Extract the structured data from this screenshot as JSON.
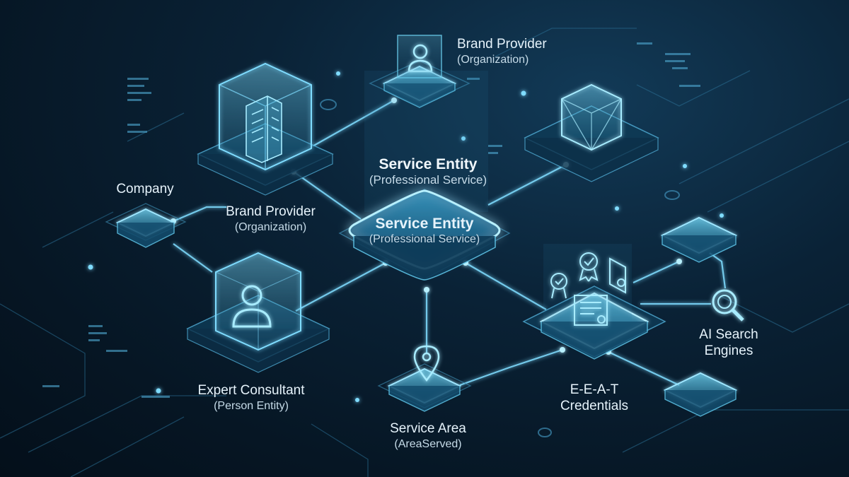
{
  "nodes": {
    "brand_provider_top": {
      "title": "Brand Provider",
      "subtitle": "(Organization)"
    },
    "company": {
      "title": "Company"
    },
    "brand_provider_left": {
      "title": "Brand Provider",
      "subtitle": "(Organization)"
    },
    "service_entity_header": {
      "title": "Service Entity",
      "subtitle": "(Professional Service)"
    },
    "service_entity_hub": {
      "title": "Service Entity",
      "subtitle": "(Professional Service)"
    },
    "expert_consultant": {
      "title": "Expert Consultant",
      "subtitle": "(Person Entity)"
    },
    "service_area": {
      "title": "Service Area",
      "subtitle": "(AreaServed)"
    },
    "eeat_credentials": {
      "title": "E-E-A-T",
      "title2": "Credentials"
    },
    "ai_search_engines": {
      "title": "AI Search",
      "title2": "Engines"
    }
  },
  "colors": {
    "background": "#061624",
    "glow": "#5fd3ff",
    "line": "#7fdcff",
    "text": "#e6f3fb"
  }
}
